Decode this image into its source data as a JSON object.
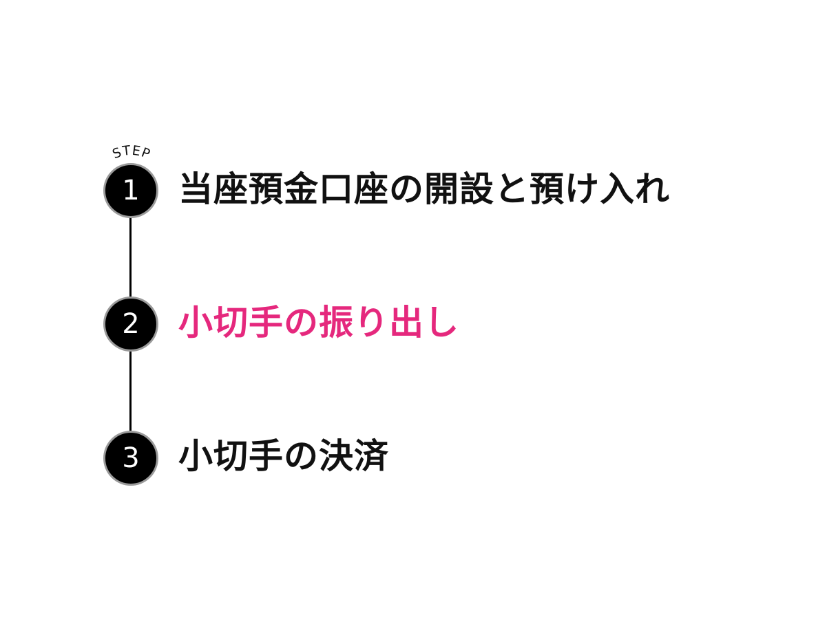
{
  "step_badge": {
    "label": "STEP"
  },
  "colors": {
    "circle_fill": "#000000",
    "circle_border": "#9a9a9a",
    "text_default": "#111111",
    "text_active": "#e5287d"
  },
  "steps": [
    {
      "number": "1",
      "label": "当座預金口座の開設と預け入れ",
      "active": false
    },
    {
      "number": "2",
      "label": "小切手の振り出し",
      "active": true
    },
    {
      "number": "3",
      "label": "小切手の決済",
      "active": false
    }
  ]
}
